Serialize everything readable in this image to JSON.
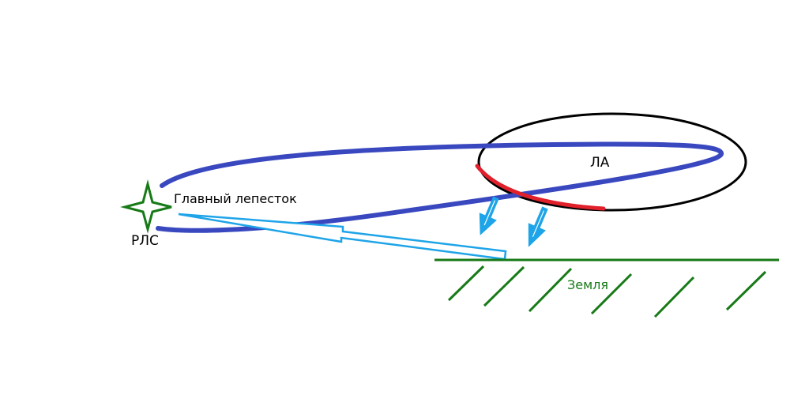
{
  "labels": {
    "radar": "РЛС",
    "main_lobe": "Главный лепесток",
    "aircraft": "ЛА",
    "ground": "Земля"
  },
  "colors": {
    "lobe": "#3a48c0",
    "aircraft_outline": "#000000",
    "aircraft_lit_edge": "#e0202a",
    "reflection_arrows": "#1ea4e8",
    "ground": "#177a17",
    "radar_star": "#177a17"
  }
}
